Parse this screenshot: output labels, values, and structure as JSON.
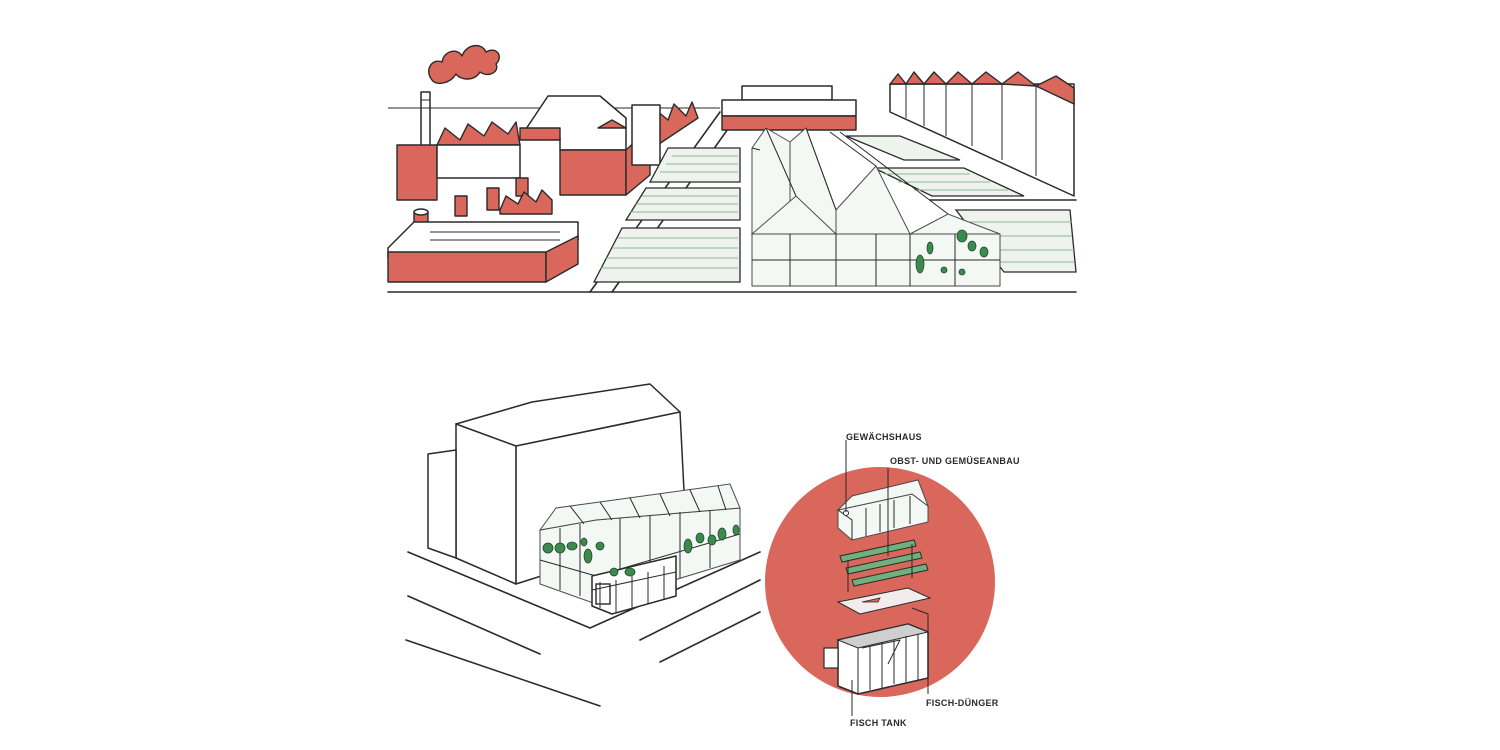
{
  "colors": {
    "accent_red": "#d9675b",
    "plant_green": "#3d8a50",
    "line": "#2a2a2a"
  },
  "labels": {
    "greenhouse": "Gewächshaus",
    "fruit_veg": "Obst- und Gemüseanbau",
    "fish_fertilizer": "Fisch-Dünger",
    "fish_tank": "Fisch Tank"
  }
}
